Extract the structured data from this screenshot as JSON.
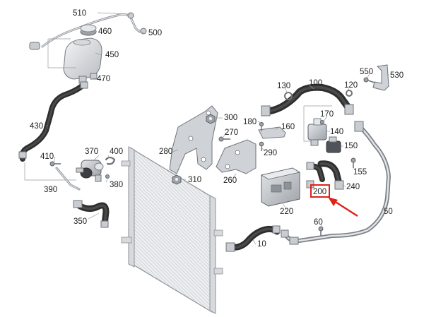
{
  "part_labels": [
    {
      "id": "10",
      "text": "10"
    },
    {
      "id": "50",
      "text": "50"
    },
    {
      "id": "60",
      "text": "60"
    },
    {
      "id": "100",
      "text": "100"
    },
    {
      "id": "120",
      "text": "120"
    },
    {
      "id": "130",
      "text": "130"
    },
    {
      "id": "140",
      "text": "140"
    },
    {
      "id": "150",
      "text": "150"
    },
    {
      "id": "155",
      "text": "155"
    },
    {
      "id": "160",
      "text": "160"
    },
    {
      "id": "170",
      "text": "170"
    },
    {
      "id": "180",
      "text": "180"
    },
    {
      "id": "200",
      "text": "200"
    },
    {
      "id": "220",
      "text": "220"
    },
    {
      "id": "240",
      "text": "240"
    },
    {
      "id": "260",
      "text": "260"
    },
    {
      "id": "270",
      "text": "270"
    },
    {
      "id": "280",
      "text": "280"
    },
    {
      "id": "290",
      "text": "290"
    },
    {
      "id": "300",
      "text": "300"
    },
    {
      "id": "310",
      "text": "310"
    },
    {
      "id": "350",
      "text": "350"
    },
    {
      "id": "370",
      "text": "370"
    },
    {
      "id": "380",
      "text": "380"
    },
    {
      "id": "390",
      "text": "390"
    },
    {
      "id": "400",
      "text": "400"
    },
    {
      "id": "410",
      "text": "410"
    },
    {
      "id": "430",
      "text": "430"
    },
    {
      "id": "450",
      "text": "450"
    },
    {
      "id": "460",
      "text": "460"
    },
    {
      "id": "470",
      "text": "470"
    },
    {
      "id": "500",
      "text": "500"
    },
    {
      "id": "510",
      "text": "510"
    },
    {
      "id": "530",
      "text": "530"
    },
    {
      "id": "550",
      "text": "550"
    }
  ],
  "highlight": {
    "part": "200",
    "box_color": "#e0201b",
    "arrow_color": "#e0201b"
  },
  "colors": {
    "hose": "#2e2e2e",
    "metal": "#c9ccd0",
    "radiator_frame": "#d7d9dc",
    "label": "#222222"
  }
}
